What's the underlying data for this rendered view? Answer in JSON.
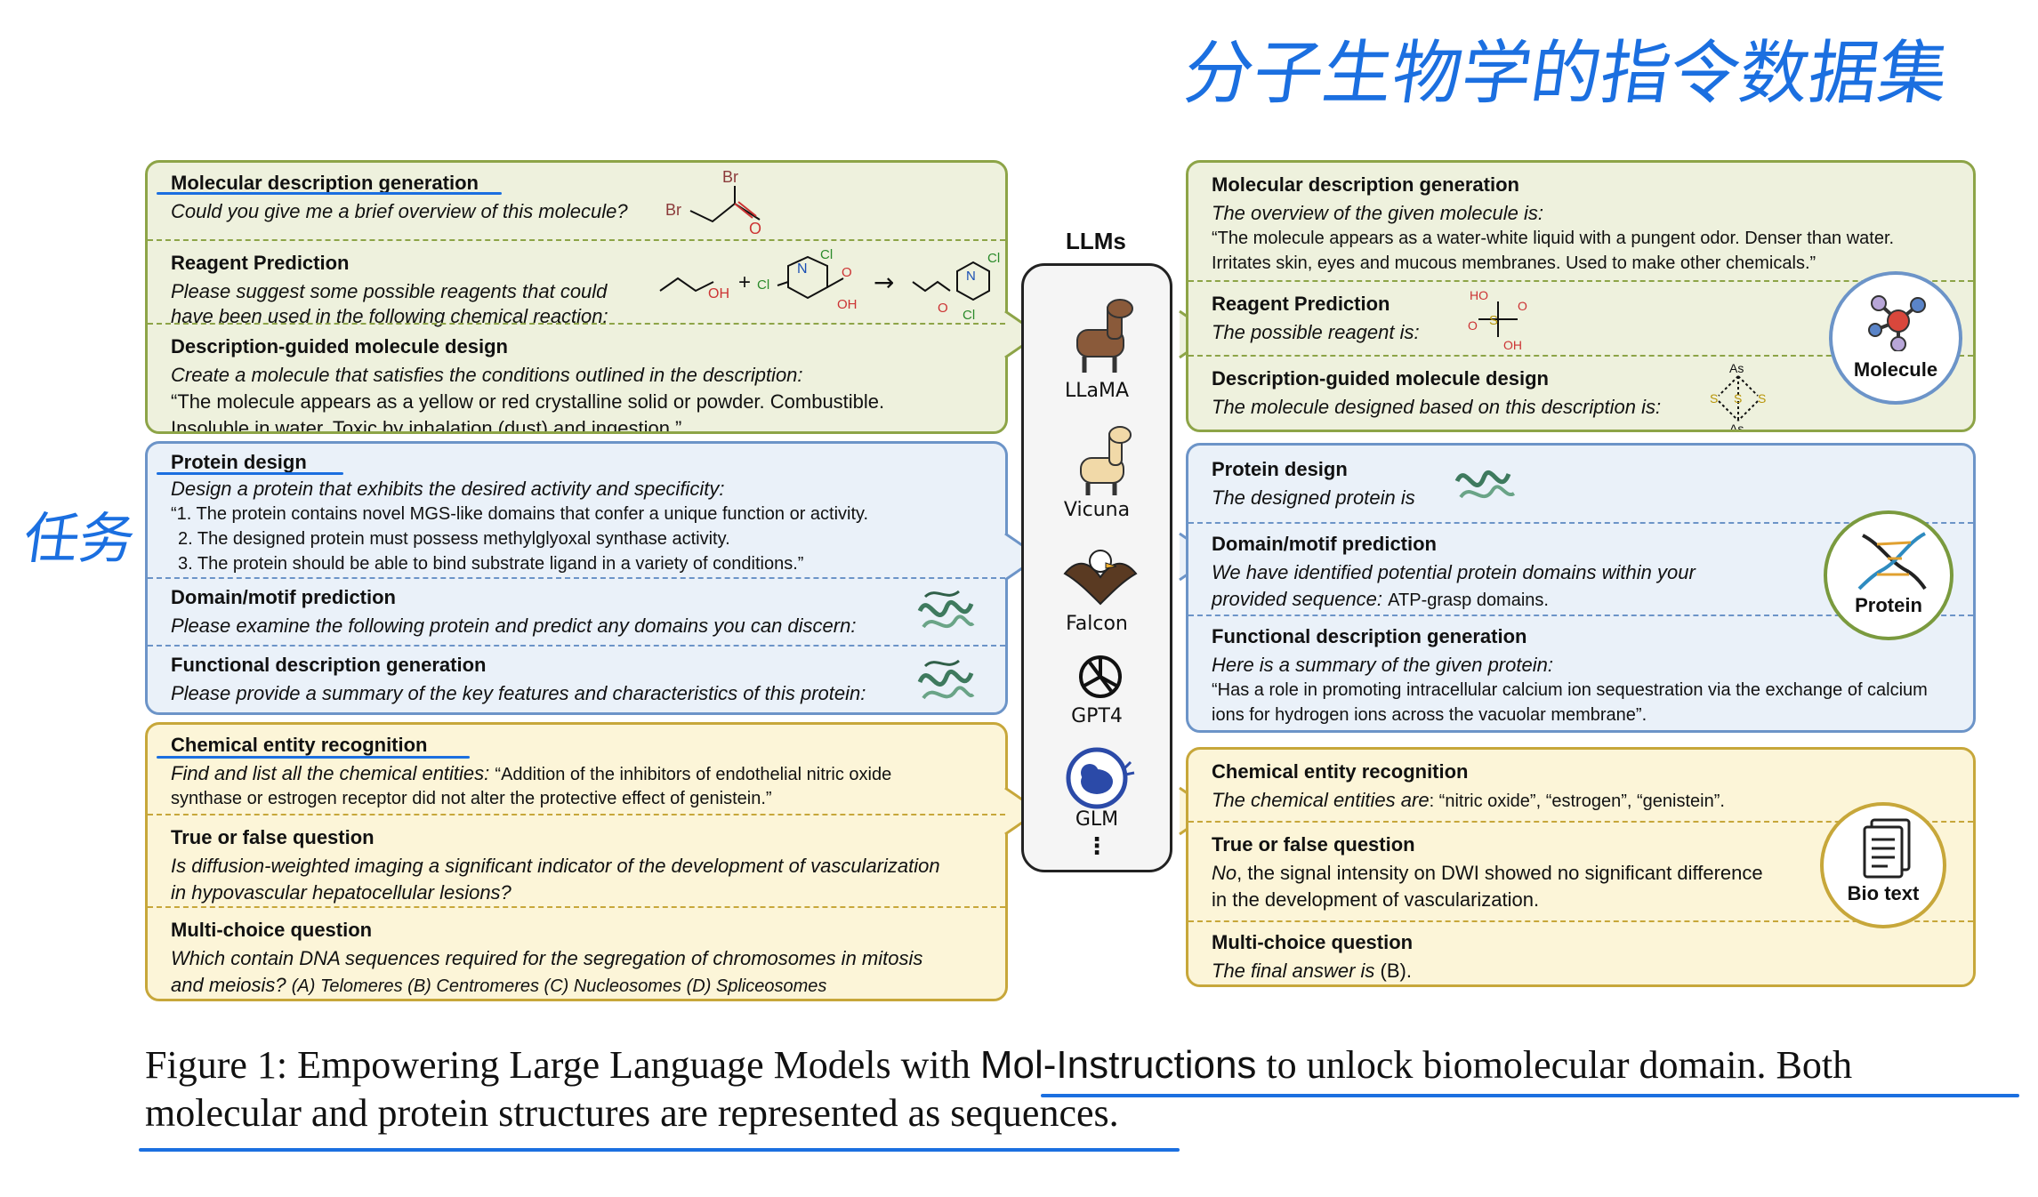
{
  "handwritten": {
    "top_right": "分子生物学的指令数据集",
    "left": "任务"
  },
  "left": {
    "molecule": {
      "desc_gen_title": "Molecular description generation",
      "desc_gen_text": "Could you give me a brief overview of this molecule?",
      "reagent_title": "Reagent Prediction",
      "reagent_text_1": "Please suggest some possible reagents that could",
      "reagent_text_2": "have been used in the following chemical reaction:",
      "design_title": "Description-guided molecule design",
      "design_text": "Create a molecule that satisfies the conditions outlined in the description:",
      "design_quote_1": "“The molecule appears as a yellow or red crystalline solid or powder. Combustible.",
      "design_quote_2": "Insoluble in water. Toxic by inhalation (dust) and ingestion.”",
      "atoms": {
        "br1": "Br",
        "br2": "Br",
        "o": "O",
        "oh": "OH",
        "cl1": "Cl",
        "cl2": "Cl",
        "n": "N",
        "o2": "O",
        "oh2": "OH",
        "plus": "+",
        "arrow": "→",
        "o3": "O",
        "n2": "N",
        "cl3": "Cl",
        "cl4": "Cl"
      }
    },
    "protein": {
      "design_title": "Protein design",
      "design_text": "Design a protein that exhibits the desired activity and specificity:",
      "design_list_1": "“1. The protein contains novel MGS-like domains that confer a unique function or activity.",
      "design_list_2": "2. The designed protein must possess methylglyoxal synthase activity.",
      "design_list_3": "3. The protein should be able to bind substrate ligand in a variety of conditions.”",
      "domain_title": "Domain/motif prediction",
      "domain_text": "Please examine the following protein and predict any domains you can discern:",
      "func_title": "Functional description generation",
      "func_text": "Please provide a summary of the key features and characteristics of this protein:"
    },
    "biotext": {
      "ner_title": "Chemical entity recognition",
      "ner_text_a": "Find and list all the chemical entities:",
      "ner_text_b": "“Addition of the inhibitors of endothelial nitric oxide",
      "ner_text_c": "synthase or estrogen receptor did not alter the protective effect of genistein.”",
      "tf_title": "True or false question",
      "tf_text_1": "Is diffusion-weighted imaging a significant indicator of the development of vascularization",
      "tf_text_2": "in hypovascular hepatocellular lesions?",
      "mc_title": "Multi-choice question",
      "mc_text_1": "Which contain DNA sequences required for the segregation of chromosomes in mitosis",
      "mc_text_2a": "and meiosis?",
      "mc_text_2b": "(A) Telomeres (B) Centromeres (C) Nucleosomes (D) Spliceosomes"
    }
  },
  "llms": {
    "title": "LLMs",
    "items": [
      "LLaMA",
      "Vicuna",
      "Falcon",
      "GPT4",
      "GLM",
      "⋮"
    ]
  },
  "right": {
    "molecule": {
      "desc_gen_title": "Molecular description generation",
      "desc_gen_text": "The overview of the given molecule is:",
      "desc_gen_quote_1": "“The molecule appears as a water-white liquid with a pungent odor. Denser than water.",
      "desc_gen_quote_2": "Irritates skin, eyes and mucous membranes. Used to make other chemicals.”",
      "reagent_title": "Reagent Prediction",
      "reagent_text": "The possible reagent is:",
      "design_title": "Description-guided molecule design",
      "design_text": "The molecule designed based on this description is:",
      "badge": "Molecule",
      "atoms": {
        "ho": "HO",
        "o1": "O",
        "o2": "O",
        "oh": "OH",
        "s": "S",
        "as1": "As",
        "as2": "As",
        "s1": "S",
        "s2": "S",
        "s3": "S"
      }
    },
    "protein": {
      "design_title": "Protein design",
      "design_text": "The designed protein is",
      "domain_title": "Domain/motif prediction",
      "domain_text_1": "We have identified potential protein domains within your",
      "domain_text_2a": "provided sequence:",
      "domain_text_2b": "ATP-grasp domains.",
      "func_title": "Functional description generation",
      "func_text": "Here is a summary of the given protein:",
      "func_quote_1": "“Has a role in promoting intracellular calcium ion sequestration via the exchange of calcium",
      "func_quote_2": "ions for hydrogen ions across the vacuolar membrane”.",
      "badge": "Protein"
    },
    "biotext": {
      "ner_title": "Chemical entity recognition",
      "ner_text_a": "The chemical entities are",
      "ner_text_b": ": “nitric oxide”, “estrogen”, “genistein”.",
      "tf_title": "True or false question",
      "tf_text_1a": "No",
      "tf_text_1b": ", the signal intensity on DWI showed no significant difference",
      "tf_text_2": "in the development of vascularization.",
      "mc_title": "Multi-choice question",
      "mc_text_a": "The final answer is",
      "mc_text_b": " (B).",
      "badge": "Bio text"
    }
  },
  "caption": {
    "line1_a": "Figure 1: Empowering Large Language Models with ",
    "line1_b": "Mol-Instructions",
    "line1_c": " to unlock biomolecular domain. Both",
    "line2": "molecular and protein structures are represented as sequences."
  },
  "colors": {
    "green_border": "#8da447",
    "blue_border": "#6c94c8",
    "yellow_border": "#c7a73a",
    "handwriting": "#1b6fe0"
  }
}
